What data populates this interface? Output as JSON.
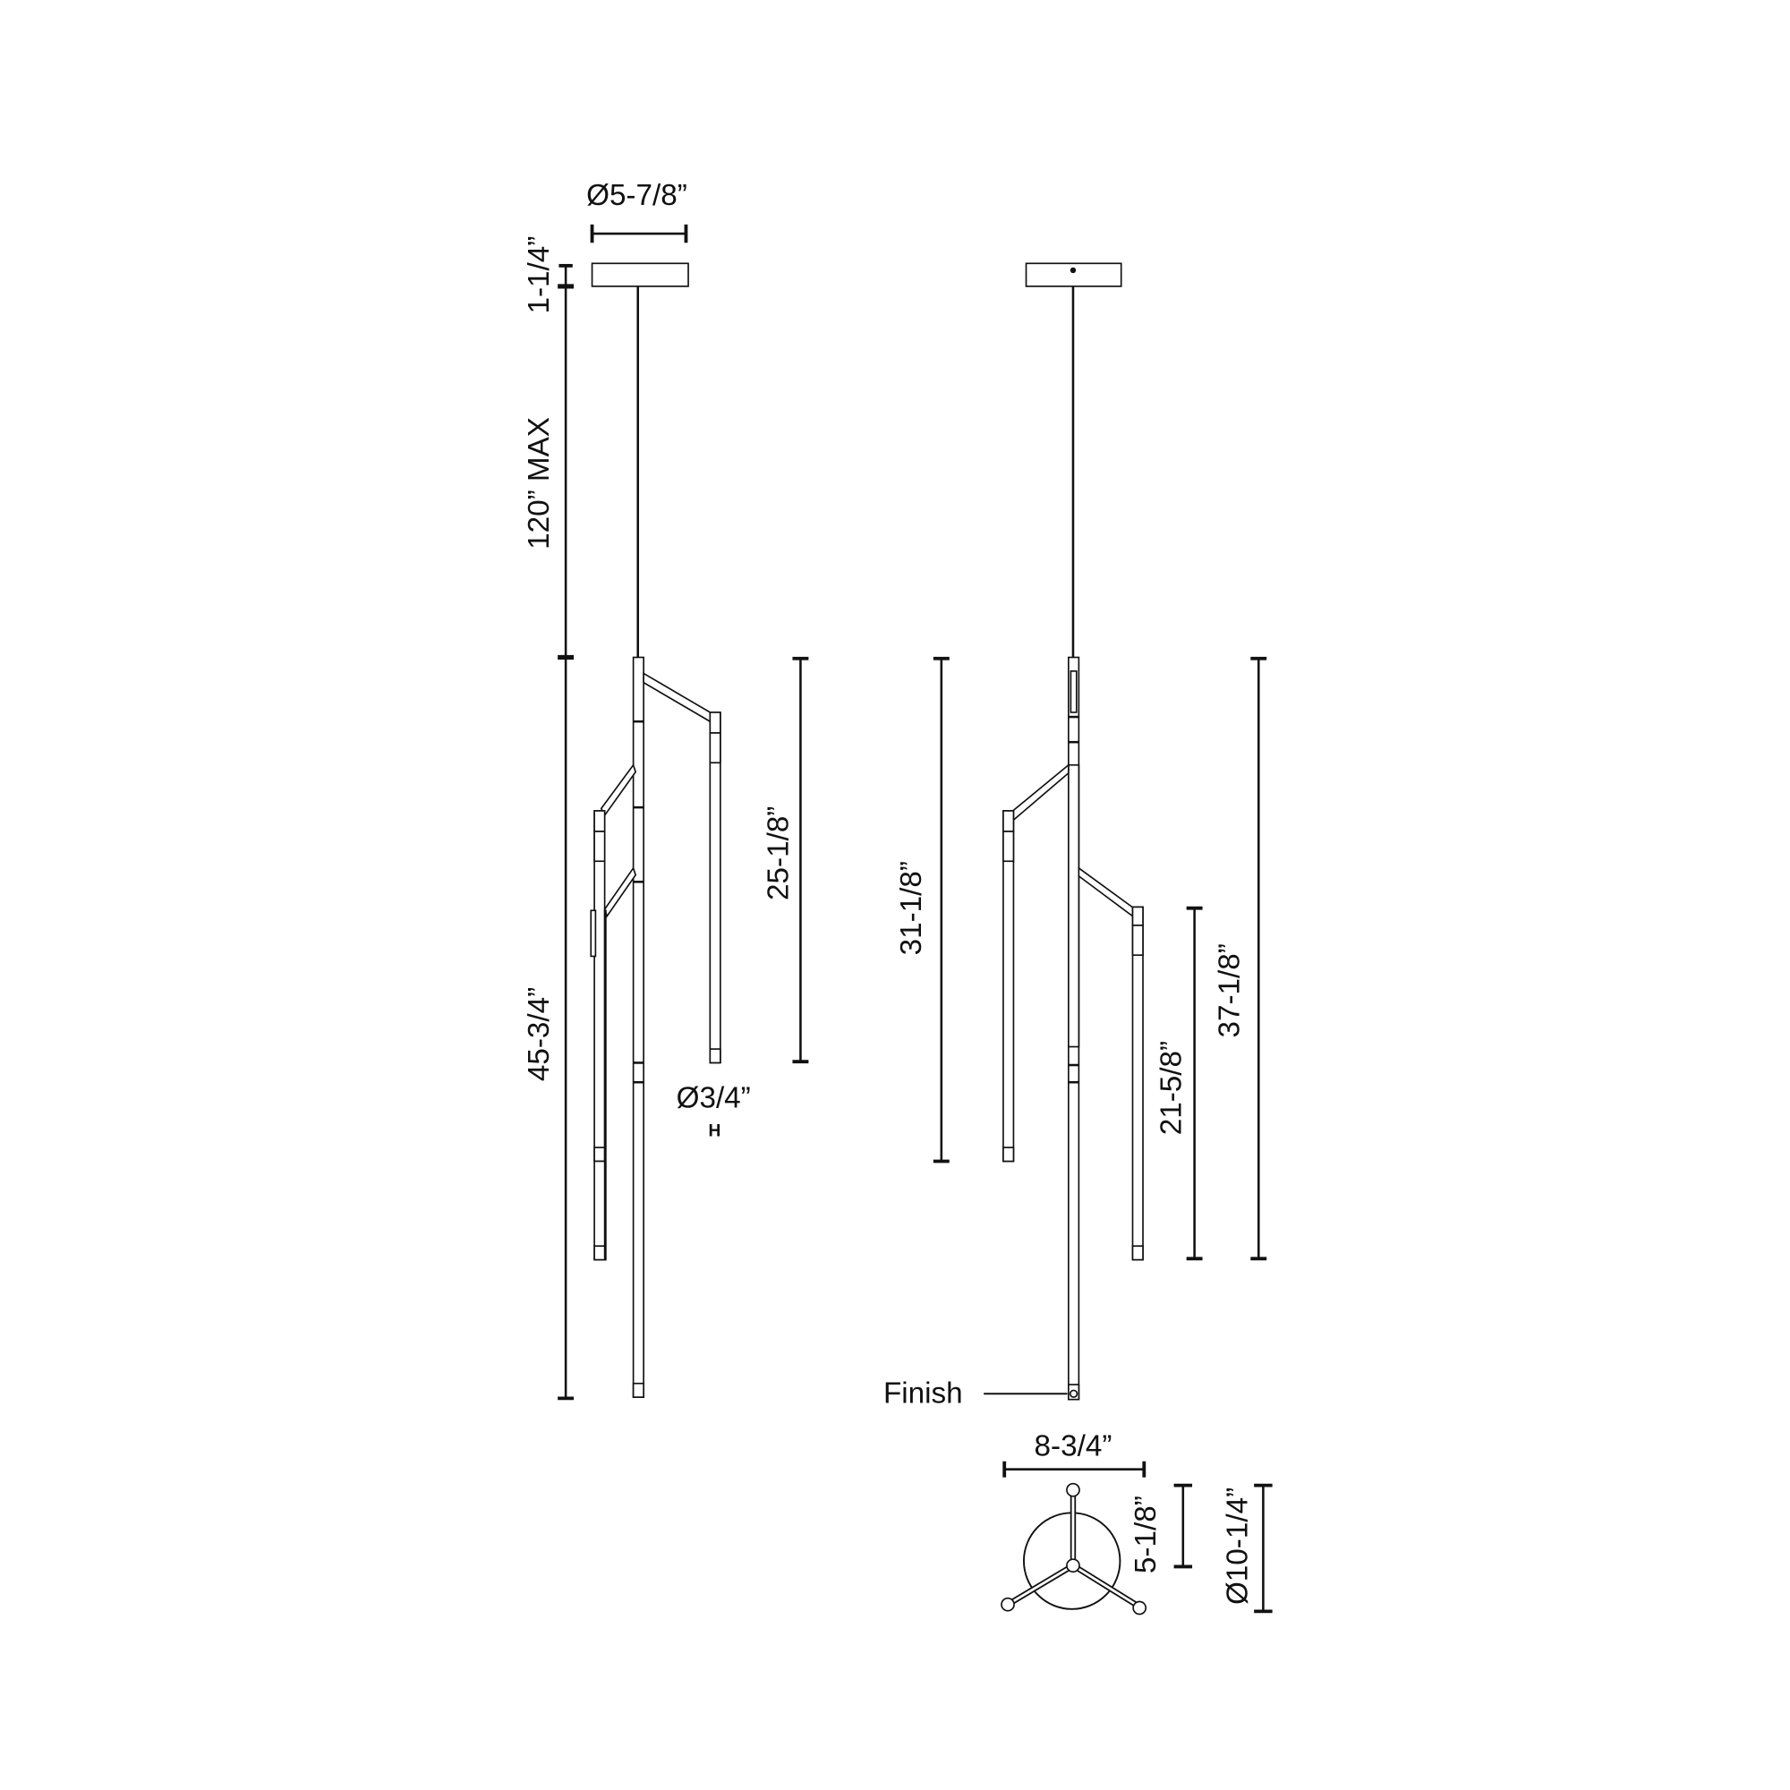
{
  "colors": {
    "line": "#111111",
    "background": "#ffffff"
  },
  "side_view": {
    "canopy_diameter": "Ø5-7/8”",
    "canopy_height": "1-1/4”",
    "cord_length": "120” MAX",
    "fixture_height": "45-3/4”",
    "short_arm_length": "25-1/8”",
    "rod_diameter": "Ø3/4”",
    "rod_diameter_note": "H"
  },
  "front_view": {
    "left_arm_length": "31-1/8”",
    "right_arm_length": "21-5/8”",
    "overall_arm_length": "37-1/8”",
    "finish_label": "Finish"
  },
  "top_view": {
    "width": "8-3/4”",
    "depth": "5-1/8”",
    "diameter": "Ø10-1/4”"
  }
}
